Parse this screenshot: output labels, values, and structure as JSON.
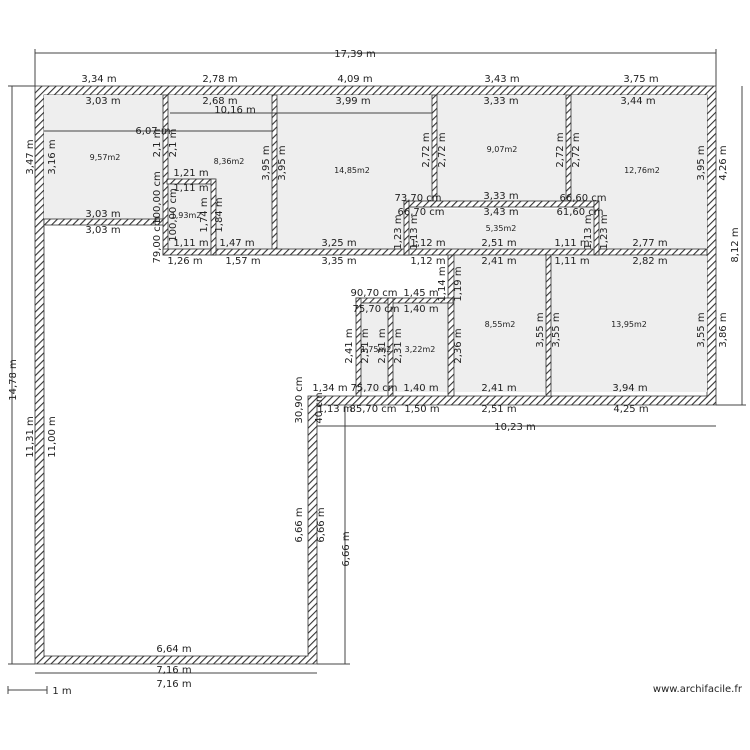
{
  "overall": {
    "width": "17,39 m",
    "height_left": "14,78 m",
    "height_right": "8,12 m"
  },
  "top_segments": [
    "3,34 m",
    "2,78 m",
    "4,09 m",
    "3,43 m",
    "3,75 m"
  ],
  "rooms": {
    "r1": {
      "area": "9,57m2",
      "w_top": "3,03 m",
      "w_bot": "3,03 m",
      "w_bot2": "3,03 m",
      "h": "3,16 m",
      "h_out": "3,47 m"
    },
    "r2": {
      "area": "8,36m2",
      "w_top": "2,68 m",
      "h_l": "2,1 m",
      "h_l2": "2,1 m",
      "h_r": "3,95 m",
      "h_r2": "3,95 m"
    },
    "r3": {
      "area": "14,85m2",
      "w_top": "3,99 m",
      "w_bot": "3,25 m",
      "w_bot2": "3,35 m"
    },
    "r4": {
      "area": "9,07m2",
      "w_top": "3,33 m",
      "w_bot": "3,33 m",
      "h_l": "2,72 m",
      "h_l2": "2,72 m",
      "h_r": "2,72 m",
      "h_r2": "2,72 m"
    },
    "r5": {
      "area": "12,76m2",
      "w_top": "3,44 m",
      "h": "3,95 m",
      "h_out": "4,26 m"
    },
    "r6": {
      "area": "1,93m2",
      "w": "1,11 m",
      "w2": "1,11 m",
      "h": "1,74 m",
      "h2": "1,84 m",
      "d1": "100,00 cm",
      "d2": "100,00 cm",
      "d3": "79,00 cm"
    },
    "corridor": {
      "area": "5,35m2",
      "w": "3,43 m",
      "d_left": "73,70 cm",
      "d_left2": "66,70 cm",
      "d_right": "66,60 cm",
      "d_right2": "61,60 cm",
      "h_l": "1,23 m",
      "h_l2": "1,13 m",
      "h_r": "1,13 m",
      "h_r2": "1,23 m",
      "w_bot": "2,51 m",
      "w_bot2": "2,41 m"
    },
    "r8": {
      "area": "8,55m2",
      "w": "2,41 m",
      "w_out": "2,51 m",
      "h": "3,55 m",
      "h2": "3,55 m",
      "h_l": "2,36 m"
    },
    "r9": {
      "area": "13,95m2",
      "w": "3,94 m",
      "w_out": "4,25 m",
      "w_top": "2,77 m",
      "w_top2": "2,82 m",
      "h": "3,55 m",
      "h_out": "3,86 m"
    },
    "r10": {
      "area": "3,22m2",
      "w": "1,40 m",
      "w_top": "1,40 m",
      "w_out": "1,50 m",
      "h": "2,31 m",
      "h2": "2,31 m"
    },
    "r11": {
      "area": "1,75m2",
      "d_top": "90,70 cm",
      "d_top2": "75,70 cm",
      "d_bot": "75,70 cm",
      "d_bot2": "85,70 cm",
      "h": "2,41 m",
      "h2": "2,31 m",
      "w_top": "1,45 m",
      "w_top2": "1,40 m"
    },
    "big": {
      "w": "6,64 m",
      "w_out": "7,16 m",
      "w_out2": "7,16 m",
      "h_in": "11,00 m",
      "h_out": "11,31 m",
      "h_right": "6,66 m",
      "h_right2": "6,66 m",
      "h_right3": "6,66 m",
      "step_w": "1,34 m",
      "step_w2": "1,13 m",
      "step_h": "30,90 cm",
      "step_h2": "40 cm"
    }
  },
  "misc": {
    "d_607": "6,07 m",
    "d_1016": "10,16 m",
    "d_1023": "10,23 m",
    "d_121": "1,21 m",
    "d_126": "1,26 m",
    "d_147": "1,47 m",
    "d_157": "1,57 m",
    "d_112": "1,12 m",
    "d_112b": "1,12 m",
    "d_111": "1,11 m",
    "d_111b": "1,11 m",
    "d_114": "1,14 m",
    "d_119": "1,19 m"
  },
  "scale": {
    "label": "1 m"
  },
  "brand": {
    "text": "www.archifacile.fr"
  }
}
